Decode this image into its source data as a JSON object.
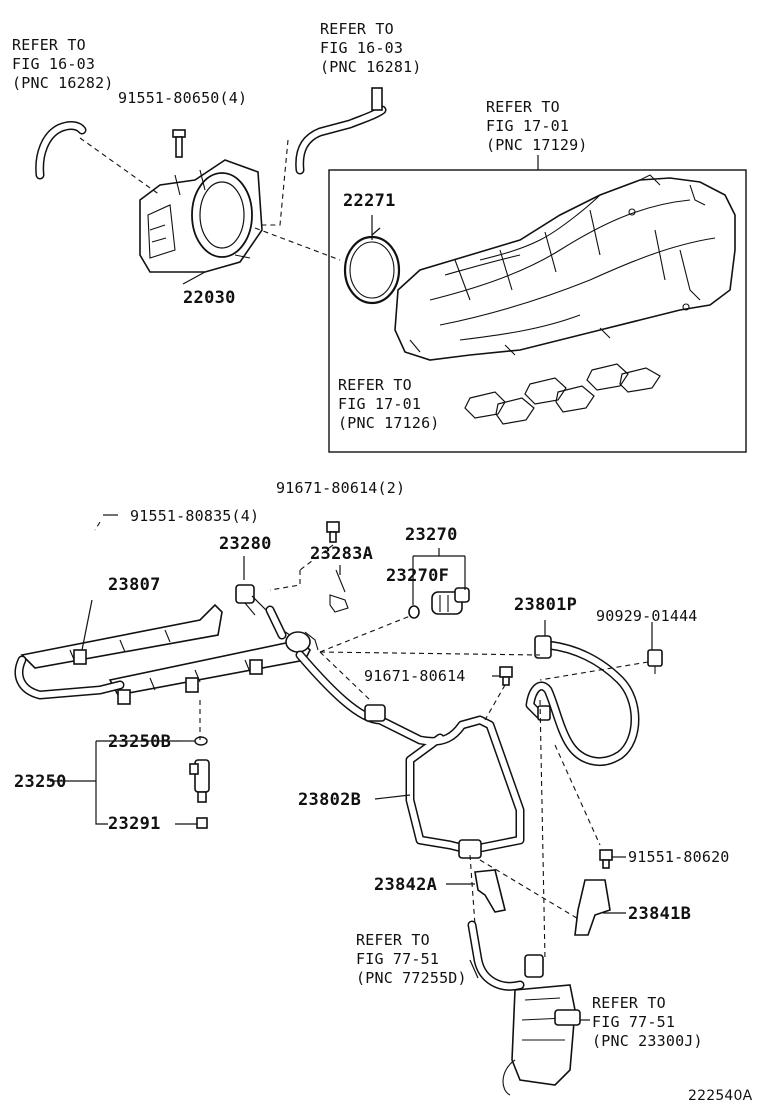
{
  "refs": {
    "fig_16_03_a": "REFER TO\nFIG 16-03\n(PNC 16282)",
    "fig_16_03_b": "REFER TO\nFIG 16-03\n(PNC 16281)",
    "fig_17_01_a": "REFER TO\nFIG 17-01\n(PNC 17129)",
    "fig_17_01_b": "REFER TO\nFIG 17-01\n(PNC 17126)",
    "fig_77_51_a": "REFER TO\nFIG 77-51\n(PNC 77255D)",
    "fig_77_51_b": "REFER TO\nFIG 77-51\n(PNC 23300J)"
  },
  "parts": {
    "p91551_80650": "91551-80650(4)",
    "p22030": "22030",
    "p22271": "22271",
    "p91551_80835": "91551-80835(4)",
    "p91671_80614_2": "91671-80614(2)",
    "p23270": "23270",
    "p23280": "23280",
    "p23283A": "23283A",
    "p23270F": "23270F",
    "p23807": "23807",
    "p23801P": "23801P",
    "p90929_01444": "90929-01444",
    "p91671_80614": "91671-80614",
    "p23250B": "23250B",
    "p23250": "23250",
    "p23291": "23291",
    "p23802B": "23802B",
    "p91551_80620": "91551-80620",
    "p23842A": "23842A",
    "p23841B": "23841B"
  },
  "diagram_code": "222540A"
}
